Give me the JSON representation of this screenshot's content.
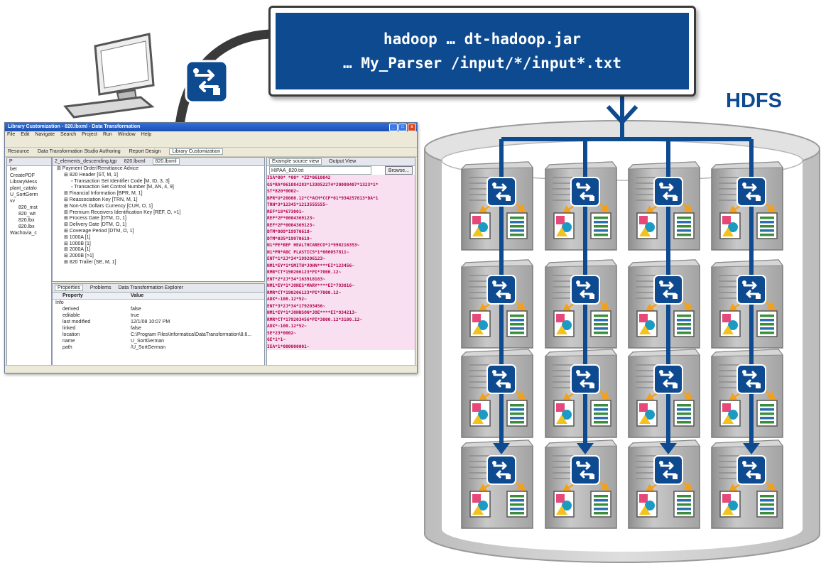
{
  "command": {
    "line1": "hadoop … dt-hadoop.jar",
    "line2": "… My_Parser /input/*/input*.txt"
  },
  "hdfs_label": "HDFS",
  "grid": {
    "rows": 4,
    "columns": 4
  },
  "colors": {
    "brand_blue": "#0d4a8f",
    "cable": "#3a3a3a",
    "cylinder": "#c8c8c8",
    "server": "#a9a9a9",
    "arrow_orange": "#f2a11e",
    "doc_pink": "#e6487a",
    "doc_teal": "#1b9bc4",
    "doc_yellow": "#f4c21d",
    "doc_green": "#3a8d3a"
  },
  "ide": {
    "title": "Library Customization - 820.lbxml - Data Transformation",
    "menu": [
      "File",
      "Edit",
      "Navigate",
      "Search",
      "Project",
      "Run",
      "Window",
      "Help"
    ],
    "perspectives": [
      "Resource",
      "Data Transformation Studio Authoring",
      "Report Design",
      "Library Customization"
    ],
    "project_tree": [
      "bet",
      "CreatePDF",
      "LibraryMess",
      "plant_catalo",
      "U_SortGerm",
      "vv",
      "820_mst",
      "820_wit",
      "820.lbx",
      "820.lbx",
      "Wachovia_c"
    ],
    "editor_tabs": [
      "2_elements_descending.tgp",
      "820.lbxml",
      "820.lbxml"
    ],
    "tree": [
      "Payment Order/Remittance Advice",
      "820 Header [ST, M, 1]",
      "Transaction Set Identifier Code [M, ID, 3, 3]",
      "Transaction Set Control Number [M, AN, 4, 9]",
      "Financial Information [BPR, M, 1]",
      "Reassociation Key [TRN, M, 1]",
      "Non-US Dollars Currency [CUR, O, 1]",
      "Premium Receivers Identification Key [REF, O, >1]",
      "Process Date [DTM, O, 1]",
      "Delivery Date [DTM, O, 1]",
      "Coverage Period [DTM, O, 1]",
      "1000A [1]",
      "1000B [1]",
      "2000A [1]",
      "2000B [>1]",
      "820 Trailer [SE, M, 1]"
    ],
    "properties_tabs": [
      "Properties",
      "Problems",
      "Data Transformation Explorer"
    ],
    "properties_header": [
      "Property",
      "Value"
    ],
    "properties_group": "Info",
    "properties": [
      [
        "derived",
        "false"
      ],
      [
        "editable",
        "true"
      ],
      [
        "last modified",
        "12/1/08 10:07 PM"
      ],
      [
        "linked",
        "false"
      ],
      [
        "location",
        "C:\\Program Files\\Informatica\\DataTransformation\\8.6..."
      ],
      [
        "name",
        "U_SortGerman"
      ],
      [
        "path",
        "/U_SortGerman"
      ]
    ],
    "source_tabs": [
      "Example source view",
      "Output View"
    ],
    "source_file": "HIPAA_820.txt",
    "browse_label": "Browse...",
    "edi_lines": [
      "ISA*00*          *00*          *ZZ*0610842",
      "GS*RA*061084283*133052274*20080407*1323*1*",
      "ST*820*0002~",
      "BPR*U*20000.12*C*ACH*CCP*01*934257813*DA*1",
      "TRN*3*12345*1213555555~",
      "REF*18*673001~",
      "REF*2F*0004369123~",
      "REF*2F*0004369123~",
      "DTM*009*19970618~",
      "DTM*035*19970619~",
      "N1*PE*BEF HEALTHCARECO*1*998216353~",
      "N1*PR*ABC PLASTICS*1*000057811~",
      "ENT*1*2J*34*199206123~",
      "NM1*EY*1*SMITH*JOHN****EI*123456~",
      "RMR*CT*190206123*PI*7000.12~",
      "ENT*2*2J*34*163910163~",
      "NM1*EY*1*JONES*MARY****EI*793016~",
      "RMR*CT*190206123*PI*7000.12~",
      "ADX*-100.12*52~",
      "ENT*3*2J*34*179203456~",
      "NM1*EY*1*JOHNSON*JOE****EI*934213~",
      "RMR*CT*179203456*PI*3000.12*3100.12~",
      "ADX*-100.12*52~",
      "SE*23*0002~",
      "GE*1*1~",
      "IEA*1*000000001~"
    ]
  }
}
